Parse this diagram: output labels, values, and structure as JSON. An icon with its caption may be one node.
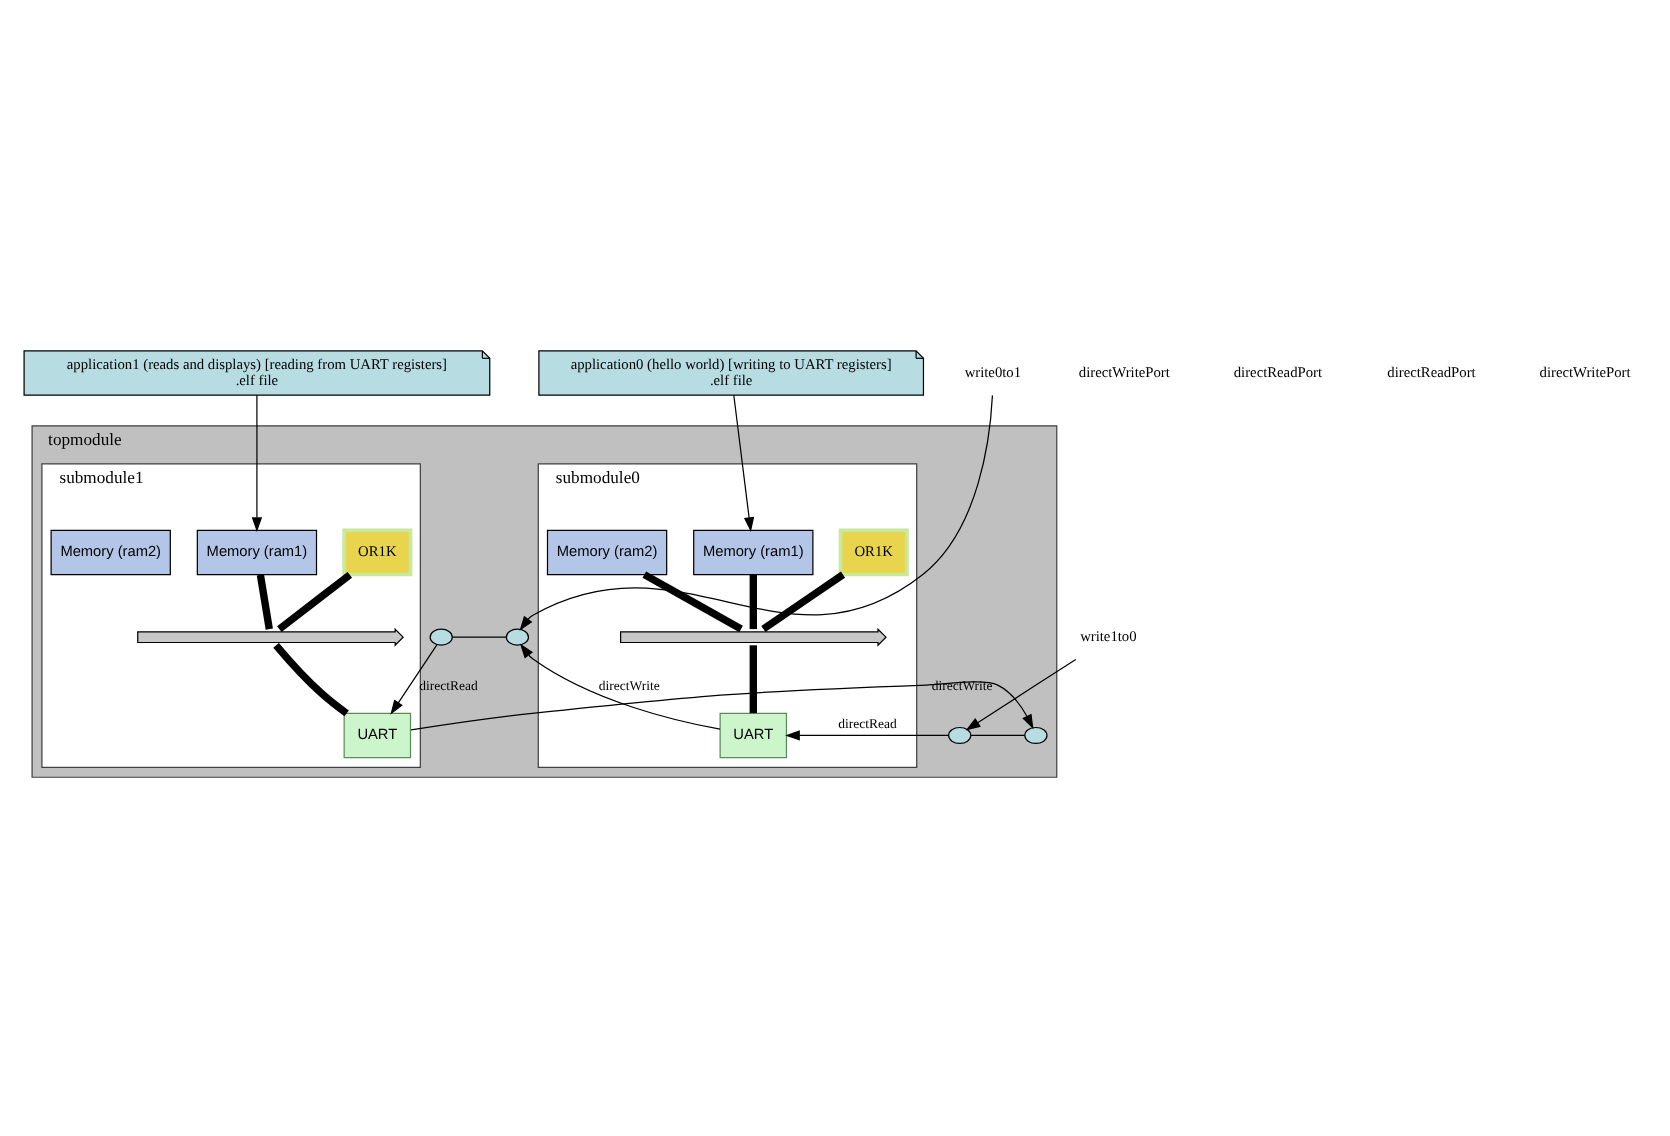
{
  "diagram": {
    "nodes": [
      {
        "text": [
          "application0 (hello world) [writing to UART registers]",
          ".elf file"
        ]
      },
      {
        "text": [
          "application1 (reads and displays) [reading from UART registers]",
          ".elf file"
        ]
      },
      {
        "text": [
          "topmodule"
        ]
      },
      {
        "text": [
          "submodule0"
        ],
        "in": 2
      },
      {
        "text": [
          "OR1K"
        ],
        "in": 3
      },
      {
        "text": [
          "Memory (ram1)"
        ],
        "in": 3
      },
      {
        "text": [
          "Memory (ram2)"
        ],
        "in": 3
      },
      {
        "text": [],
        "shape": "bar",
        "in": 3
      },
      {
        "text": [
          "UART"
        ],
        "in": 3
      },
      {
        "text": [
          "submodule1"
        ],
        "in": 2
      },
      {
        "text": [
          "OR1K"
        ],
        "in": 9
      },
      {
        "text": [
          "Memory (ram1)"
        ],
        "in": 9
      },
      {
        "text": [
          "Memory (ram2)"
        ],
        "in": 9
      },
      {
        "text": [],
        "shape": "bar",
        "in": 9
      },
      {
        "text": [
          "UART"
        ],
        "in": 9
      },
      {
        "text": [],
        "shape": "circle",
        "in": 2
      },
      {
        "text": [],
        "shape": "circle",
        "in": 2
      },
      {
        "text": [],
        "shape": "circle",
        "in": 2
      },
      {
        "text": [],
        "shape": "circle",
        "in": 2
      },
      {
        "text": [
          "write0to1"
        ]
      },
      {
        "text": [
          "write1to0"
        ]
      }
    ],
    "edges": [
      {
        "from": 0,
        "to": 5,
        "arrow": "to"
      },
      {
        "from": 1,
        "to": 11,
        "arrow": "to"
      },
      {
        "from": 4,
        "to": 7,
        "arrow": "none",
        "style": "thick"
      },
      {
        "from": 5,
        "to": 7,
        "arrow": "none",
        "style": "thick"
      },
      {
        "from": 6,
        "to": 7,
        "arrow": "none",
        "style": "thick"
      },
      {
        "from": 7,
        "to": 8,
        "arrow": "none",
        "style": "thick"
      },
      {
        "from": 10,
        "to": 13,
        "arrow": "none",
        "style": "thick"
      },
      {
        "from": 11,
        "to": 13,
        "arrow": "none",
        "style": "thick"
      },
      {
        "from": 13,
        "to": 14,
        "arrow": "none",
        "style": "thick"
      },
      {
        "from": 8,
        "to": 15,
        "arrow": "to",
        "label": "directWrite"
      },
      {
        "from": 17,
        "to": 8,
        "arrow": "to",
        "label": "directRead"
      },
      {
        "from": 16,
        "to": 14,
        "arrow": "to",
        "label": "directRead"
      },
      {
        "from": 14,
        "to": 18,
        "arrow": "to",
        "label": "directWrite"
      },
      {
        "from": 15,
        "to": 16,
        "arrow": "none"
      },
      {
        "from": 17,
        "to": 18,
        "arrow": "none"
      },
      {
        "from": 19,
        "to": 15,
        "arrow": "to"
      },
      {
        "from": 20,
        "to": 17,
        "arrow": "to"
      }
    ],
    "legend": [
      {
        "text": "directWritePort"
      },
      {
        "text": "directReadPort"
      },
      {
        "text": "directReadPort"
      },
      {
        "text": "directWritePort"
      }
    ]
  }
}
